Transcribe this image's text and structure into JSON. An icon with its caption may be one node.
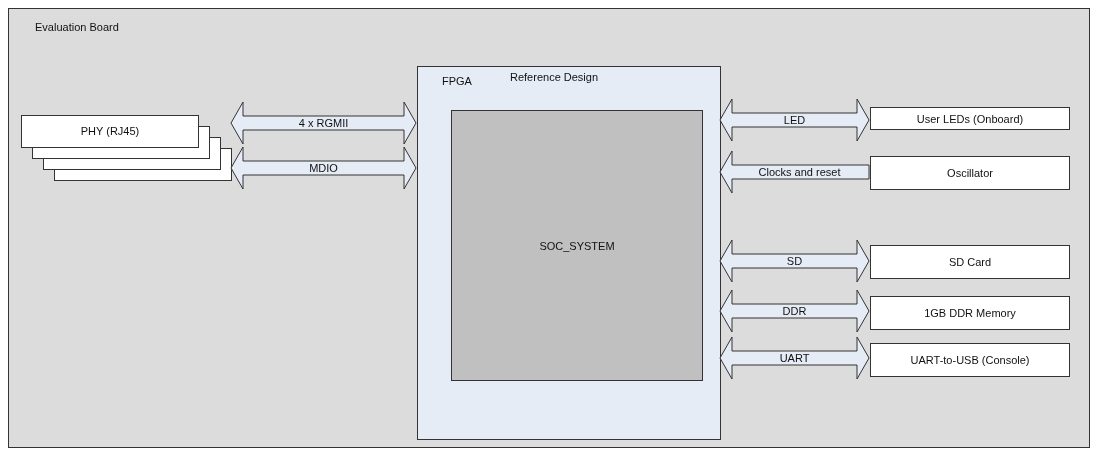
{
  "diagram": {
    "nodes": [
      {
        "text": [
          "Evaluation Board"
        ]
      },
      {
        "text": [
          "PHY (RJ45)"
        ],
        "in": 0
      },
      {
        "text": [
          "FPGA",
          "Reference Design"
        ],
        "in": 0
      },
      {
        "text": [
          "SOC_SYSTEM"
        ],
        "in": 2
      },
      {
        "text": [
          "User LEDs (Onboard)"
        ],
        "in": 0
      },
      {
        "text": [
          "Oscillator"
        ],
        "in": 0
      },
      {
        "text": [
          "SD Card"
        ],
        "in": 0
      },
      {
        "text": [
          "1GB DDR Memory"
        ],
        "in": 0
      },
      {
        "text": [
          "UART-to-USB (Console)"
        ],
        "in": 0
      }
    ],
    "edges": [
      {
        "from": 1,
        "to": 2,
        "arrow": "both",
        "label": "4 x RGMII"
      },
      {
        "from": 1,
        "to": 2,
        "arrow": "both",
        "label": "MDIO"
      },
      {
        "from": 2,
        "to": 4,
        "arrow": "both",
        "label": "LED"
      },
      {
        "from": 5,
        "to": 2,
        "arrow": "to",
        "label": "Clocks and reset"
      },
      {
        "from": 2,
        "to": 6,
        "arrow": "both",
        "label": "SD"
      },
      {
        "from": 2,
        "to": 7,
        "arrow": "both",
        "label": "DDR"
      },
      {
        "from": 2,
        "to": 8,
        "arrow": "both",
        "label": "UART"
      }
    ]
  }
}
